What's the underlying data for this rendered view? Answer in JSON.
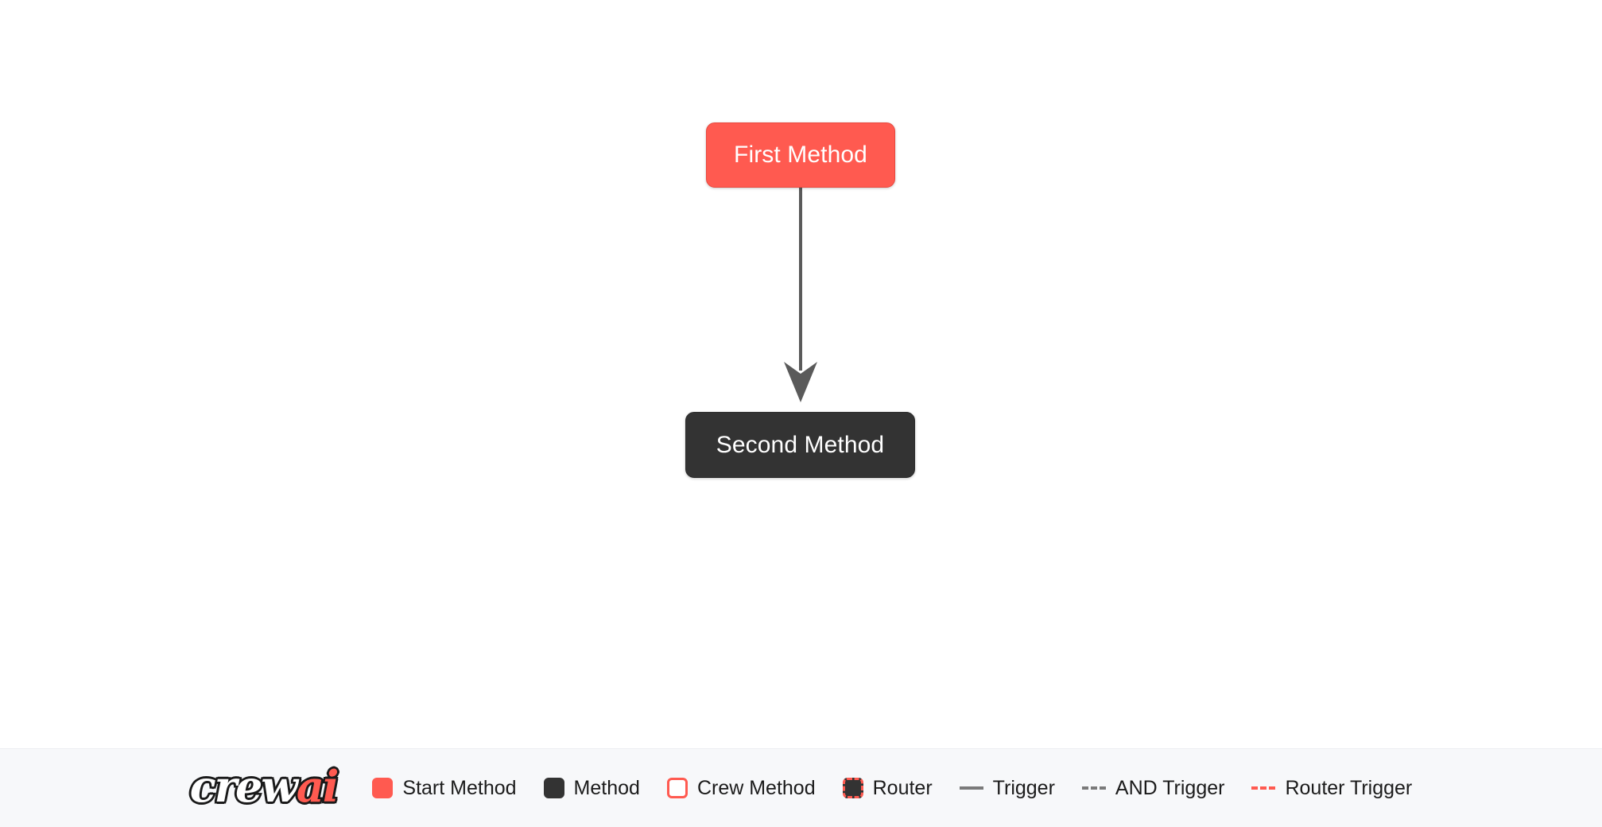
{
  "canvas": {
    "background": "#ffffff",
    "nodes": [
      {
        "id": "first-method",
        "label": "First Method",
        "type": "start_method",
        "color": "#FF5A50",
        "text_color": "#ffffff"
      },
      {
        "id": "second-method",
        "label": "Second Method",
        "type": "method",
        "color": "#333333",
        "text_color": "#ffffff"
      }
    ],
    "edges": [
      {
        "from": "first-method",
        "to": "second-method",
        "style": "solid",
        "color": "#5a5a5a",
        "type": "trigger"
      }
    ]
  },
  "legend": {
    "brand": {
      "part1": "crew",
      "part2": "ai",
      "part1_color": "#ffffff",
      "part2_color": "#FF5A50"
    },
    "items": [
      {
        "label": "Start Method",
        "swatch": "start-method-swatch",
        "kind": "swatch",
        "color": "#FF5A50"
      },
      {
        "label": "Method",
        "swatch": "method-swatch",
        "kind": "swatch",
        "color": "#333333"
      },
      {
        "label": "Crew Method",
        "swatch": "crew-method-swatch",
        "kind": "swatch",
        "color": "#ffffff"
      },
      {
        "label": "Router",
        "swatch": "router-swatch",
        "kind": "swatch",
        "color": "#333333"
      },
      {
        "label": "Trigger",
        "swatch": "trigger-line",
        "kind": "line",
        "color": "#7a7a7a"
      },
      {
        "label": "AND Trigger",
        "swatch": "and-trigger-line",
        "kind": "line",
        "color": "#7a7a7a"
      },
      {
        "label": "Router Trigger",
        "swatch": "router-trigger-line",
        "kind": "line",
        "color": "#FF5A50"
      }
    ]
  }
}
